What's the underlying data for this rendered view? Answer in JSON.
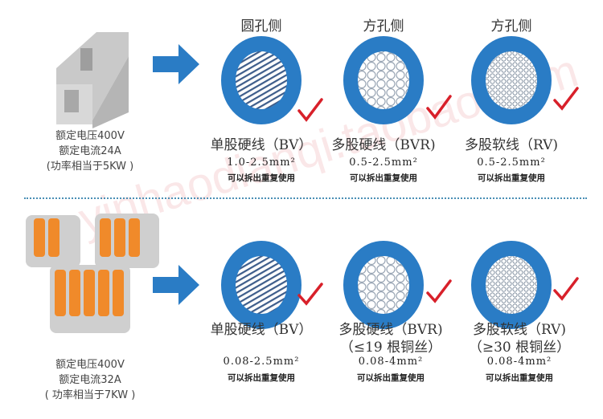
{
  "watermark": "yinhaodianqi.taobao.com",
  "colors": {
    "ring": "#2a7cc5",
    "arrow": "#2a7cc5",
    "check": "#d8202a",
    "divider": "#4a8fb5"
  },
  "top": {
    "left": [
      "额定电压400V",
      "额定电流24A",
      "(功率相当于5KW )"
    ],
    "headers": [
      "圆孔侧",
      "方孔侧",
      "方孔侧"
    ],
    "wires": [
      {
        "label": "单股硬线（BV）",
        "spec": "1.0-2.5mm²",
        "reuse": "可以拆出重复使用"
      },
      {
        "label": "多股硬线（BVR)",
        "spec": "0.5-2.5mm²",
        "reuse": "可以拆出重复使用"
      },
      {
        "label": "多股软线（RV)",
        "spec": "0.5-2.5mm²",
        "reuse": "可以拆出重复使用"
      }
    ]
  },
  "bottom": {
    "left": [
      "额定电压400V",
      "额定电流32A",
      "( 功率相当于7KW )"
    ],
    "wires": [
      {
        "label": "单股硬线（BV）",
        "sub": "",
        "spec": "0.08-2.5mm²",
        "reuse": "可以拆出重复使用"
      },
      {
        "label": "多股硬线（BVR)",
        "sub": "（≤19 根铜丝）",
        "spec": "0.08-4mm²",
        "reuse": "可以拆出重复使用"
      },
      {
        "label": "多股软线（RV)",
        "sub": "（≥30 根铜丝）",
        "spec": "0.08-4mm²",
        "reuse": "可以拆出重复使用"
      }
    ]
  }
}
